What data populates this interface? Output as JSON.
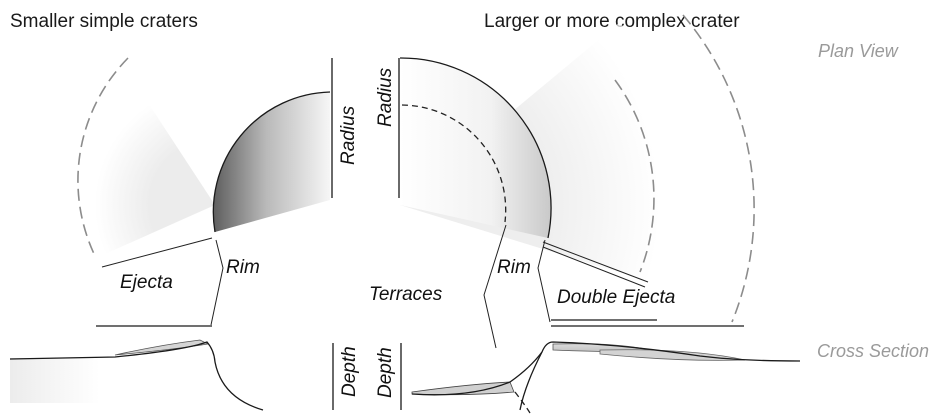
{
  "headings": {
    "left": "Smaller simple craters",
    "right": "Larger or more complex crater"
  },
  "views": {
    "plan": "Plan View",
    "section": "Cross Section"
  },
  "labels": {
    "ejecta": "Ejecta",
    "rim_left": "Rim",
    "radius_left": "Radius",
    "depth_left": "Depth",
    "radius_right": "Radius",
    "terraces": "Terraces",
    "rim_right": "Rim",
    "double_ejecta": "Double Ejecta",
    "depth_right": "Depth"
  }
}
